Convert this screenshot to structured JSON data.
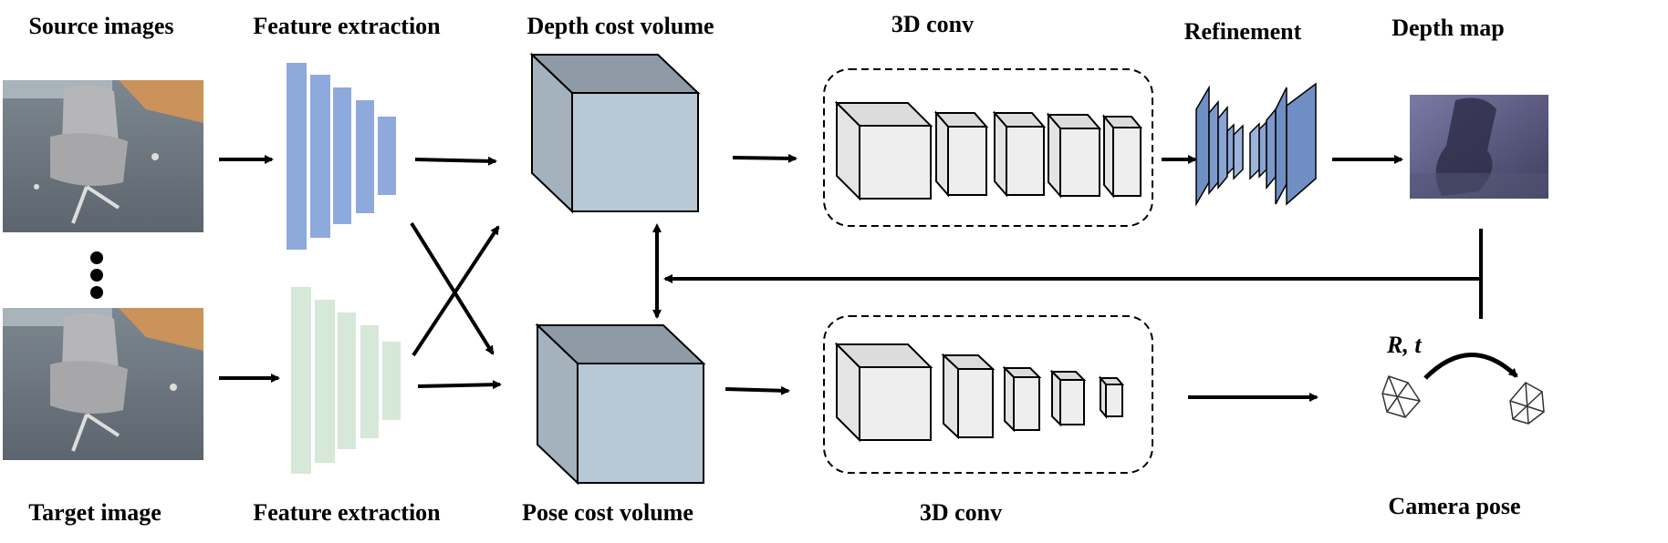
{
  "labels": {
    "source_images": "Source images",
    "target_image": "Target image",
    "feature_extraction_top": "Feature extraction",
    "feature_extraction_bottom": "Feature extraction",
    "depth_cost_volume": "Depth cost volume",
    "pose_cost_volume": "Pose cost volume",
    "conv3d_top": "3D conv",
    "conv3d_bottom": "3D conv",
    "refinement": "Refinement",
    "depth_map": "Depth map",
    "camera_pose": "Camera pose",
    "rotation_translation": "R, t"
  },
  "colors": {
    "feature_top": "#8ea9db",
    "feature_bottom": "#d6e8d8",
    "cost_volume_front": "#b8c8d4",
    "cost_volume_top": "#8e9aa6",
    "conv_block": "#eeeeee",
    "refinement": "#6f8fc4",
    "depth_map": "#4a4a6e"
  }
}
